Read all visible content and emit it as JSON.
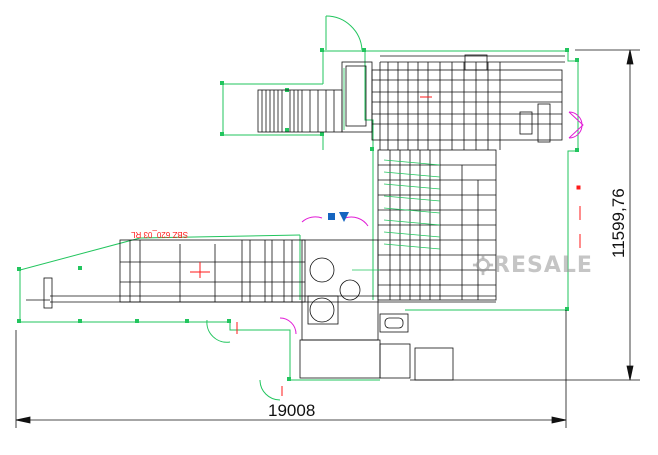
{
  "dimensions": {
    "width_label": "19008",
    "height_label": "11599,76"
  },
  "labels": {
    "model_label": "SBZ 620_03 RL",
    "note_top": "",
    "note_left": "",
    "note_mid_1": "",
    "note_mid_2": "",
    "note_bottom_1": "",
    "note_bottom_2": "",
    "box_label": ""
  },
  "watermark": {
    "text": "RESALE",
    "icon": "gear-icon"
  },
  "colors": {
    "outline": "#22c55e",
    "machine": "#111111",
    "accent_red": "#ff1a1a",
    "accent_magenta": "#e11bd6",
    "accent_blue": "#1565c0",
    "watermark": "#9e9e9e"
  }
}
